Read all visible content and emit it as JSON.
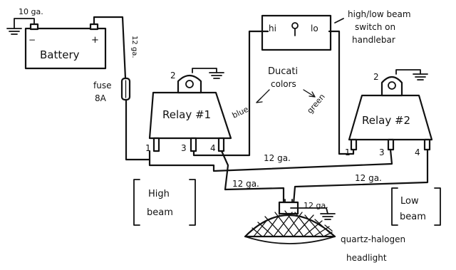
{
  "wire_gauges": {
    "battery_ground": "10 ga.",
    "battery_feed": "12 ga.",
    "relay1_to_relay2": "12 ga.",
    "relay1_to_headlight": "12 ga.",
    "relay2_to_headlight": "12 ga.",
    "headlight_ground": "12 ga."
  },
  "battery": {
    "label": "Battery",
    "negative": "−",
    "positive": "+"
  },
  "fuse": {
    "label_line1": "fuse",
    "label_line2": "8A"
  },
  "switch": {
    "hi_label": "hi",
    "lo_label": "lo",
    "caption_line1": "high/low beam",
    "caption_line2": "switch on",
    "caption_line3": "handlebar"
  },
  "ducati_colors": {
    "line1": "Ducati",
    "line2": "colors",
    "blue": "blue",
    "green": "green"
  },
  "relay1": {
    "label": "Relay #1",
    "pin_top": "2",
    "pin_1": "1",
    "pin_3": "3",
    "pin_4": "4"
  },
  "relay2": {
    "label": "Relay #2",
    "pin_top": "2",
    "pin_1": "1",
    "pin_3": "3",
    "pin_4": "4"
  },
  "high_beam": {
    "line1": "High",
    "line2": "beam"
  },
  "low_beam": {
    "line1": "Low",
    "line2": "beam"
  },
  "headlight": {
    "line1": "quartz-halogen",
    "line2": "headlight"
  }
}
